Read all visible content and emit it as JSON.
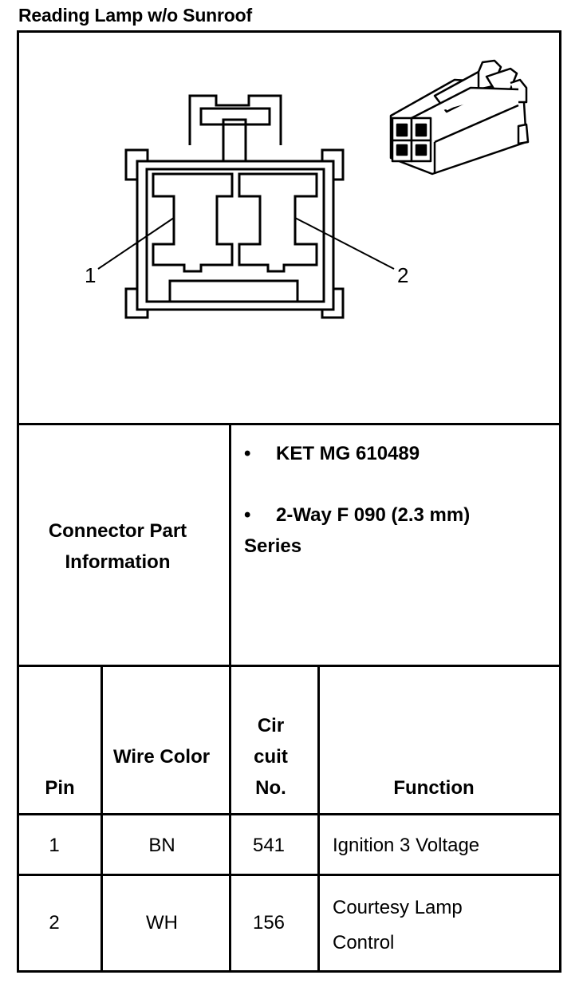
{
  "title": "Reading Lamp w/o Sunroof",
  "diagram": {
    "pin_labels": [
      "1",
      "2"
    ]
  },
  "part_info": {
    "label": "Connector Part Information",
    "bullet": "•",
    "items": [
      "KET MG 610489",
      "2-Way F 090 (2.3 mm) Series"
    ]
  },
  "table": {
    "headers": {
      "pin": "Pin",
      "wire_color": "Wire Color",
      "circuit": "Cir cuit No.",
      "function": "Function"
    },
    "rows": [
      {
        "pin": "1",
        "wire_color": "BN",
        "circuit": "541",
        "function": "Ignition 3 Voltage"
      },
      {
        "pin": "2",
        "wire_color": "WH",
        "circuit": "156",
        "function": "Courtesy Lamp Control"
      }
    ]
  }
}
